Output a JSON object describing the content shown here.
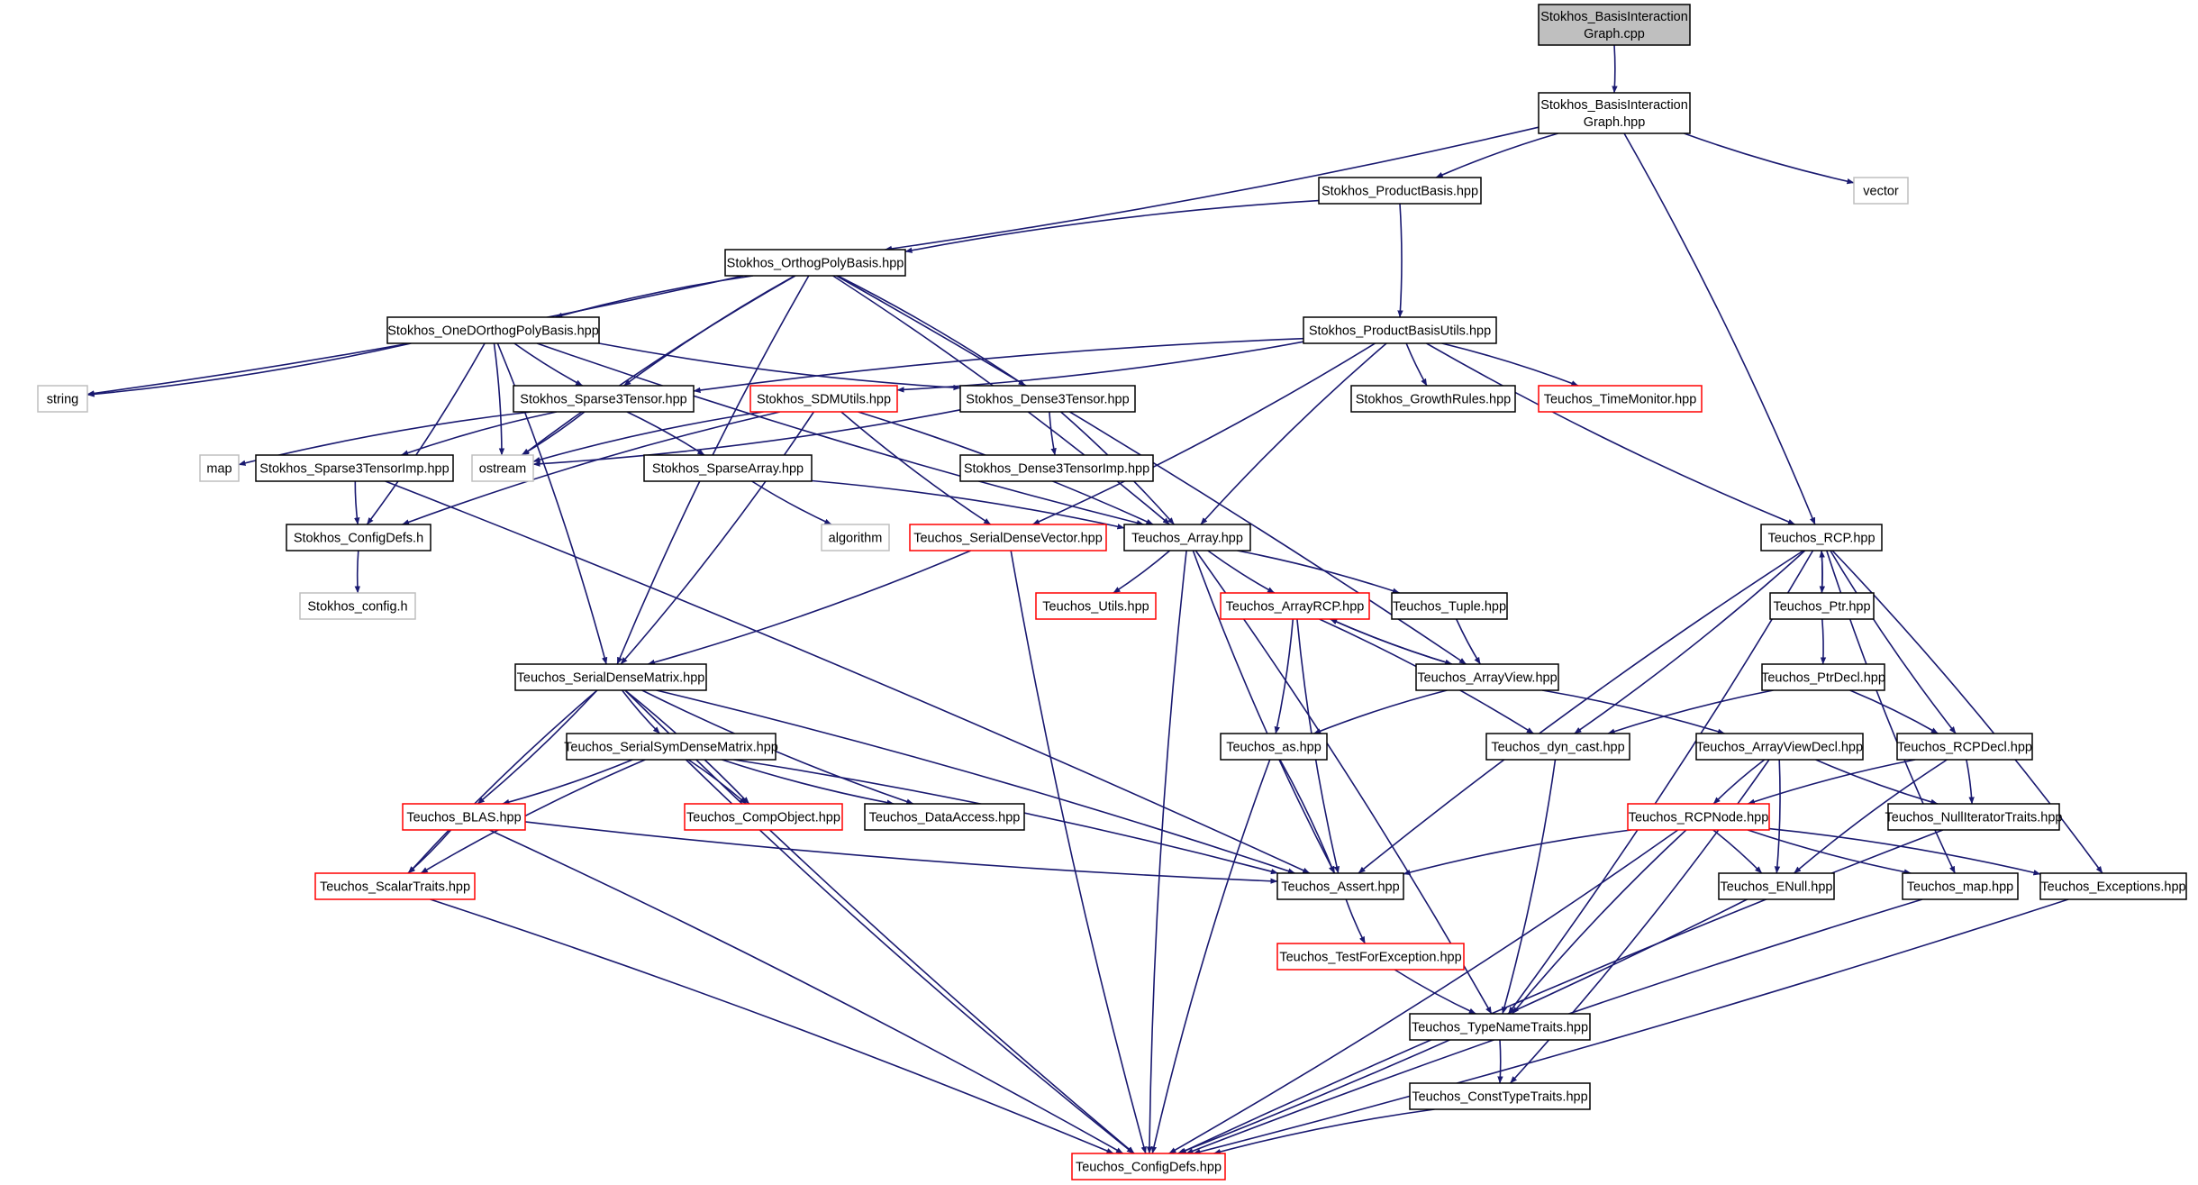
{
  "graph": {
    "nodes": [
      {
        "id": "basis_cpp",
        "lines": [
          "Stokhos_BasisInteraction",
          "Graph.cpp"
        ],
        "kind": "root"
      },
      {
        "id": "basis_hpp",
        "lines": [
          "Stokhos_BasisInteraction",
          "Graph.hpp"
        ],
        "kind": "normal"
      },
      {
        "id": "product_basis",
        "lines": [
          "Stokhos_ProductBasis.hpp"
        ],
        "kind": "normal"
      },
      {
        "id": "vector",
        "lines": [
          "vector"
        ],
        "kind": "external"
      },
      {
        "id": "orthog",
        "lines": [
          "Stokhos_OrthogPolyBasis.hpp"
        ],
        "kind": "normal"
      },
      {
        "id": "pbutils",
        "lines": [
          "Stokhos_ProductBasisUtils.hpp"
        ],
        "kind": "normal"
      },
      {
        "id": "oned",
        "lines": [
          "Stokhos_OneDOrthogPolyBasis.hpp"
        ],
        "kind": "normal"
      },
      {
        "id": "string",
        "lines": [
          "string"
        ],
        "kind": "external"
      },
      {
        "id": "sparse3",
        "lines": [
          "Stokhos_Sparse3Tensor.hpp"
        ],
        "kind": "normal"
      },
      {
        "id": "sdmutils",
        "lines": [
          "Stokhos_SDMUtils.hpp"
        ],
        "kind": "truncated"
      },
      {
        "id": "dense3",
        "lines": [
          "Stokhos_Dense3Tensor.hpp"
        ],
        "kind": "normal"
      },
      {
        "id": "growth",
        "lines": [
          "Stokhos_GrowthRules.hpp"
        ],
        "kind": "normal"
      },
      {
        "id": "timemon",
        "lines": [
          "Teuchos_TimeMonitor.hpp"
        ],
        "kind": "truncated"
      },
      {
        "id": "map",
        "lines": [
          "map"
        ],
        "kind": "external"
      },
      {
        "id": "sparse3imp",
        "lines": [
          "Stokhos_Sparse3TensorImp.hpp"
        ],
        "kind": "normal"
      },
      {
        "id": "ostream",
        "lines": [
          "ostream"
        ],
        "kind": "external"
      },
      {
        "id": "sparsearray",
        "lines": [
          "Stokhos_SparseArray.hpp"
        ],
        "kind": "normal"
      },
      {
        "id": "dense3imp",
        "lines": [
          "Stokhos_Dense3TensorImp.hpp"
        ],
        "kind": "normal"
      },
      {
        "id": "configdefs_h",
        "lines": [
          "Stokhos_ConfigDefs.h"
        ],
        "kind": "normal"
      },
      {
        "id": "algorithm",
        "lines": [
          "algorithm"
        ],
        "kind": "external"
      },
      {
        "id": "sdv",
        "lines": [
          "Teuchos_SerialDenseVector.hpp"
        ],
        "kind": "truncated"
      },
      {
        "id": "array",
        "lines": [
          "Teuchos_Array.hpp"
        ],
        "kind": "normal"
      },
      {
        "id": "rcp",
        "lines": [
          "Teuchos_RCP.hpp"
        ],
        "kind": "normal"
      },
      {
        "id": "stokhos_config",
        "lines": [
          "Stokhos_config.h"
        ],
        "kind": "external"
      },
      {
        "id": "utils",
        "lines": [
          "Teuchos_Utils.hpp"
        ],
        "kind": "truncated"
      },
      {
        "id": "arrayrcp",
        "lines": [
          "Teuchos_ArrayRCP.hpp"
        ],
        "kind": "truncated"
      },
      {
        "id": "tuple",
        "lines": [
          "Teuchos_Tuple.hpp"
        ],
        "kind": "normal"
      },
      {
        "id": "ptr",
        "lines": [
          "Teuchos_Ptr.hpp"
        ],
        "kind": "normal"
      },
      {
        "id": "sdm",
        "lines": [
          "Teuchos_SerialDenseMatrix.hpp"
        ],
        "kind": "normal"
      },
      {
        "id": "arrayview",
        "lines": [
          "Teuchos_ArrayView.hpp"
        ],
        "kind": "normal"
      },
      {
        "id": "ptrdecl",
        "lines": [
          "Teuchos_PtrDecl.hpp"
        ],
        "kind": "normal"
      },
      {
        "id": "ssdm",
        "lines": [
          "Teuchos_SerialSymDenseMatrix.hpp"
        ],
        "kind": "normal"
      },
      {
        "id": "as",
        "lines": [
          "Teuchos_as.hpp"
        ],
        "kind": "normal"
      },
      {
        "id": "dyncast",
        "lines": [
          "Teuchos_dyn_cast.hpp"
        ],
        "kind": "normal"
      },
      {
        "id": "avdecl",
        "lines": [
          "Teuchos_ArrayViewDecl.hpp"
        ],
        "kind": "normal"
      },
      {
        "id": "rcpdecl",
        "lines": [
          "Teuchos_RCPDecl.hpp"
        ],
        "kind": "normal"
      },
      {
        "id": "blas",
        "lines": [
          "Teuchos_BLAS.hpp"
        ],
        "kind": "truncated"
      },
      {
        "id": "compobj",
        "lines": [
          "Teuchos_CompObject.hpp"
        ],
        "kind": "truncated"
      },
      {
        "id": "dataaccess",
        "lines": [
          "Teuchos_DataAccess.hpp"
        ],
        "kind": "normal"
      },
      {
        "id": "rcpnode",
        "lines": [
          "Teuchos_RCPNode.hpp"
        ],
        "kind": "truncated"
      },
      {
        "id": "nulliter",
        "lines": [
          "Teuchos_NullIteratorTraits.hpp"
        ],
        "kind": "normal"
      },
      {
        "id": "scalar",
        "lines": [
          "Teuchos_ScalarTraits.hpp"
        ],
        "kind": "truncated"
      },
      {
        "id": "assert",
        "lines": [
          "Teuchos_Assert.hpp"
        ],
        "kind": "normal"
      },
      {
        "id": "enull",
        "lines": [
          "Teuchos_ENull.hpp"
        ],
        "kind": "normal"
      },
      {
        "id": "tmap",
        "lines": [
          "Teuchos_map.hpp"
        ],
        "kind": "normal"
      },
      {
        "id": "exceptions",
        "lines": [
          "Teuchos_Exceptions.hpp"
        ],
        "kind": "normal"
      },
      {
        "id": "testforex",
        "lines": [
          "Teuchos_TestForException.hpp"
        ],
        "kind": "truncated"
      },
      {
        "id": "typename",
        "lines": [
          "Teuchos_TypeNameTraits.hpp"
        ],
        "kind": "normal"
      },
      {
        "id": "consttype",
        "lines": [
          "Teuchos_ConstTypeTraits.hpp"
        ],
        "kind": "normal"
      },
      {
        "id": "configdefs_hpp",
        "lines": [
          "Teuchos_ConfigDefs.hpp"
        ],
        "kind": "truncated"
      }
    ],
    "edges": [
      [
        "basis_cpp",
        "basis_hpp"
      ],
      [
        "basis_hpp",
        "product_basis"
      ],
      [
        "basis_hpp",
        "orthog"
      ],
      [
        "basis_hpp",
        "vector"
      ],
      [
        "basis_hpp",
        "rcp"
      ],
      [
        "product_basis",
        "orthog"
      ],
      [
        "product_basis",
        "pbutils"
      ],
      [
        "orthog",
        "oned"
      ],
      [
        "orthog",
        "string"
      ],
      [
        "orthog",
        "sparse3"
      ],
      [
        "orthog",
        "dense3"
      ],
      [
        "orthog",
        "ostream"
      ],
      [
        "orthog",
        "array"
      ],
      [
        "orthog",
        "sdm"
      ],
      [
        "orthog",
        "arrayview"
      ],
      [
        "pbutils",
        "sparse3"
      ],
      [
        "pbutils",
        "sdmutils"
      ],
      [
        "pbutils",
        "growth"
      ],
      [
        "pbutils",
        "timemon"
      ],
      [
        "pbutils",
        "array"
      ],
      [
        "pbutils",
        "sdv"
      ],
      [
        "pbutils",
        "rcp"
      ],
      [
        "oned",
        "string"
      ],
      [
        "oned",
        "sparse3"
      ],
      [
        "oned",
        "ostream"
      ],
      [
        "oned",
        "dense3"
      ],
      [
        "oned",
        "configdefs_h"
      ],
      [
        "oned",
        "array"
      ],
      [
        "oned",
        "sdm"
      ],
      [
        "sparse3",
        "map"
      ],
      [
        "sparse3",
        "ostream"
      ],
      [
        "sparse3",
        "sparse3imp"
      ],
      [
        "sparse3",
        "sparsearray"
      ],
      [
        "sdmutils",
        "ostream"
      ],
      [
        "sdmutils",
        "sdm"
      ],
      [
        "sdmutils",
        "sdv"
      ],
      [
        "sdmutils",
        "array"
      ],
      [
        "sdmutils",
        "configdefs_h"
      ],
      [
        "dense3",
        "ostream"
      ],
      [
        "dense3",
        "dense3imp"
      ],
      [
        "dense3",
        "array"
      ],
      [
        "sparse3imp",
        "configdefs_h"
      ],
      [
        "sparse3imp",
        "assert"
      ],
      [
        "sparsearray",
        "algorithm"
      ],
      [
        "sparsearray",
        "array"
      ],
      [
        "configdefs_h",
        "stokhos_config"
      ],
      [
        "sdv",
        "sdm"
      ],
      [
        "sdv",
        "configdefs_hpp"
      ],
      [
        "array",
        "utils"
      ],
      [
        "array",
        "arrayrcp"
      ],
      [
        "array",
        "tuple"
      ],
      [
        "array",
        "assert"
      ],
      [
        "array",
        "typename"
      ],
      [
        "array",
        "configdefs_hpp"
      ],
      [
        "rcp",
        "ptr"
      ],
      [
        "rcp",
        "rcpdecl"
      ],
      [
        "rcp",
        "dyncast"
      ],
      [
        "rcp",
        "assert"
      ],
      [
        "rcp",
        "typename"
      ],
      [
        "rcp",
        "tmap"
      ],
      [
        "rcp",
        "exceptions"
      ],
      [
        "ptr",
        "rcp"
      ],
      [
        "ptr",
        "ptrdecl"
      ],
      [
        "arrayrcp",
        "arrayview"
      ],
      [
        "arrayrcp",
        "as"
      ],
      [
        "arrayrcp",
        "assert"
      ],
      [
        "arrayrcp",
        "dyncast"
      ],
      [
        "tuple",
        "arrayview"
      ],
      [
        "arrayview",
        "arrayrcp"
      ],
      [
        "arrayview",
        "as"
      ],
      [
        "arrayview",
        "avdecl"
      ],
      [
        "ptrdecl",
        "dyncast"
      ],
      [
        "ptrdecl",
        "rcpdecl"
      ],
      [
        "sdm",
        "ssdm"
      ],
      [
        "sdm",
        "blas"
      ],
      [
        "sdm",
        "scalar"
      ],
      [
        "sdm",
        "compobj"
      ],
      [
        "sdm",
        "dataaccess"
      ],
      [
        "sdm",
        "assert"
      ],
      [
        "sdm",
        "configdefs_hpp"
      ],
      [
        "ssdm",
        "blas"
      ],
      [
        "ssdm",
        "scalar"
      ],
      [
        "ssdm",
        "compobj"
      ],
      [
        "ssdm",
        "dataaccess"
      ],
      [
        "ssdm",
        "assert"
      ],
      [
        "ssdm",
        "configdefs_hpp"
      ],
      [
        "as",
        "assert"
      ],
      [
        "as",
        "configdefs_hpp"
      ],
      [
        "dyncast",
        "typename"
      ],
      [
        "avdecl",
        "rcpnode"
      ],
      [
        "avdecl",
        "enull"
      ],
      [
        "avdecl",
        "nulliter"
      ],
      [
        "avdecl",
        "consttype"
      ],
      [
        "rcpdecl",
        "rcpnode"
      ],
      [
        "rcpdecl",
        "nulliter"
      ],
      [
        "rcpdecl",
        "enull"
      ],
      [
        "blas",
        "scalar"
      ],
      [
        "blas",
        "assert"
      ],
      [
        "blas",
        "configdefs_hpp"
      ],
      [
        "rcpnode",
        "assert"
      ],
      [
        "rcpnode",
        "enull"
      ],
      [
        "rcpnode",
        "tmap"
      ],
      [
        "rcpnode",
        "exceptions"
      ],
      [
        "rcpnode",
        "typename"
      ],
      [
        "rcpnode",
        "configdefs_hpp"
      ],
      [
        "nulliter",
        "configdefs_hpp"
      ],
      [
        "scalar",
        "configdefs_hpp"
      ],
      [
        "assert",
        "testforex"
      ],
      [
        "enull",
        "configdefs_hpp"
      ],
      [
        "tmap",
        "configdefs_hpp"
      ],
      [
        "exceptions",
        "configdefs_hpp"
      ],
      [
        "testforex",
        "typename"
      ],
      [
        "typename",
        "consttype"
      ],
      [
        "consttype",
        "configdefs_hpp"
      ]
    ]
  },
  "colors": {
    "edge": "#191970",
    "root_fill": "#bfbfbf",
    "normal_border": "#000000",
    "truncated_border": "#ff0000",
    "external_border": "#bfbfbf"
  }
}
